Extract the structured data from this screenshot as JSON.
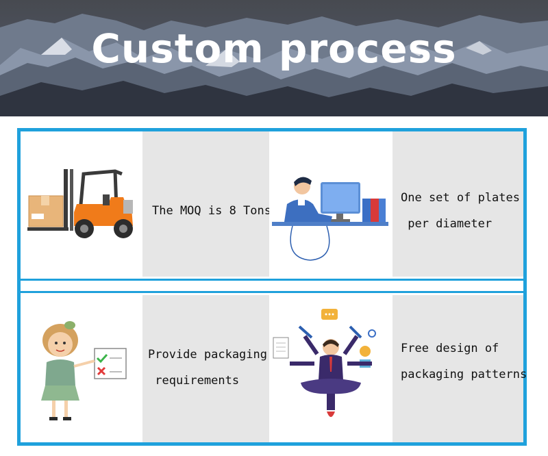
{
  "banner": {
    "title": "Custom process"
  },
  "cards": [
    {
      "id": "moq",
      "icon": "forklift-icon",
      "lines": [
        "The MOQ is 8 Tons"
      ]
    },
    {
      "id": "plates",
      "icon": "office-worker-icon",
      "lines": [
        "One set of plates",
        " per diameter"
      ]
    },
    {
      "id": "packaging",
      "icon": "checklist-woman-icon",
      "lines": [
        "Provide packaging",
        " requirements"
      ]
    },
    {
      "id": "design",
      "icon": "multitask-designer-icon",
      "lines": [
        "Free design of",
        "packaging patterns"
      ]
    }
  ],
  "colors": {
    "frame": "#1fa1dc",
    "text_bg": "#e6e6e6",
    "forklift": "#f07b1a"
  }
}
